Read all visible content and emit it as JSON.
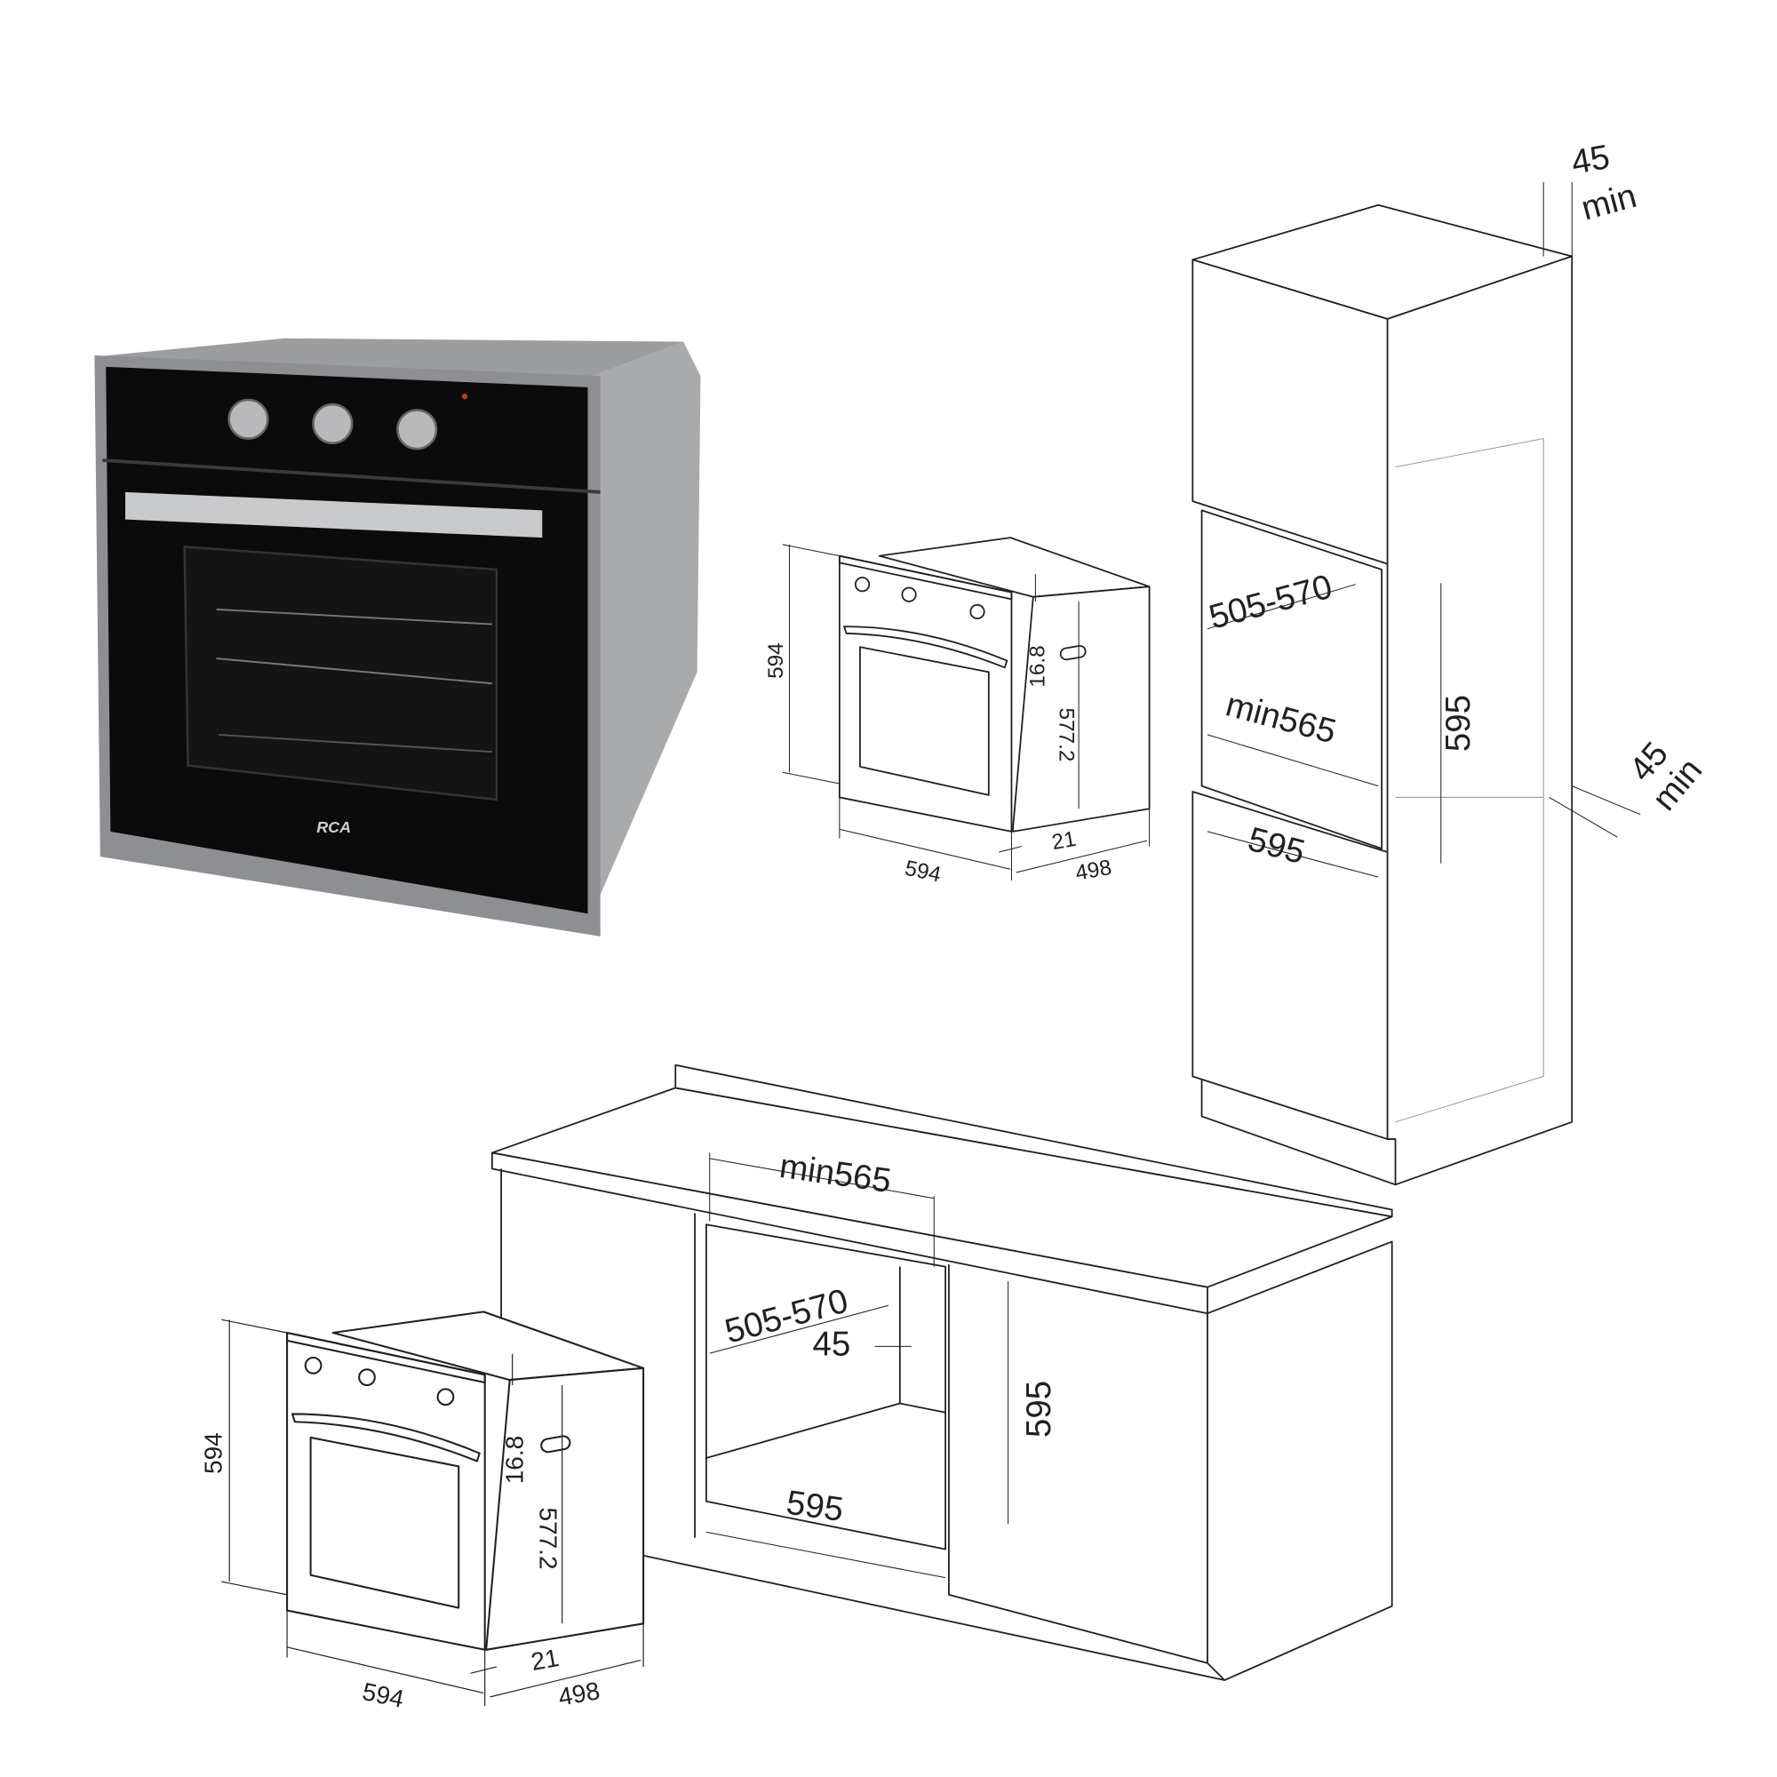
{
  "product_photo": {
    "brand_logo": "RCA",
    "colors": {
      "front_glass": "#0b0b0c",
      "steel_frame": "#8e8f92",
      "side_body": "#a7a8aa"
    }
  },
  "oven_drawing_middle": {
    "height": "594",
    "width": "594",
    "panel_thickness": "21",
    "depth": "498",
    "top_offset": "16.8",
    "body_height": "577.2"
  },
  "tall_cabinet": {
    "niche_depth": "505-570",
    "niche_width": "min565",
    "niche_height": "595",
    "niche_front_width": "595",
    "top_vent_value": "45",
    "top_vent_unit": "min",
    "rear_vent_value": "45",
    "rear_vent_unit": "min"
  },
  "under_counter": {
    "niche_width": "min565",
    "niche_depth": "505-570",
    "rear_gap": "45",
    "niche_height": "595",
    "niche_front_width": "595"
  },
  "oven_drawing_bottom": {
    "height": "594",
    "width": "594",
    "panel_thickness": "21",
    "depth": "498",
    "top_offset": "16.8",
    "body_height": "577.2"
  }
}
